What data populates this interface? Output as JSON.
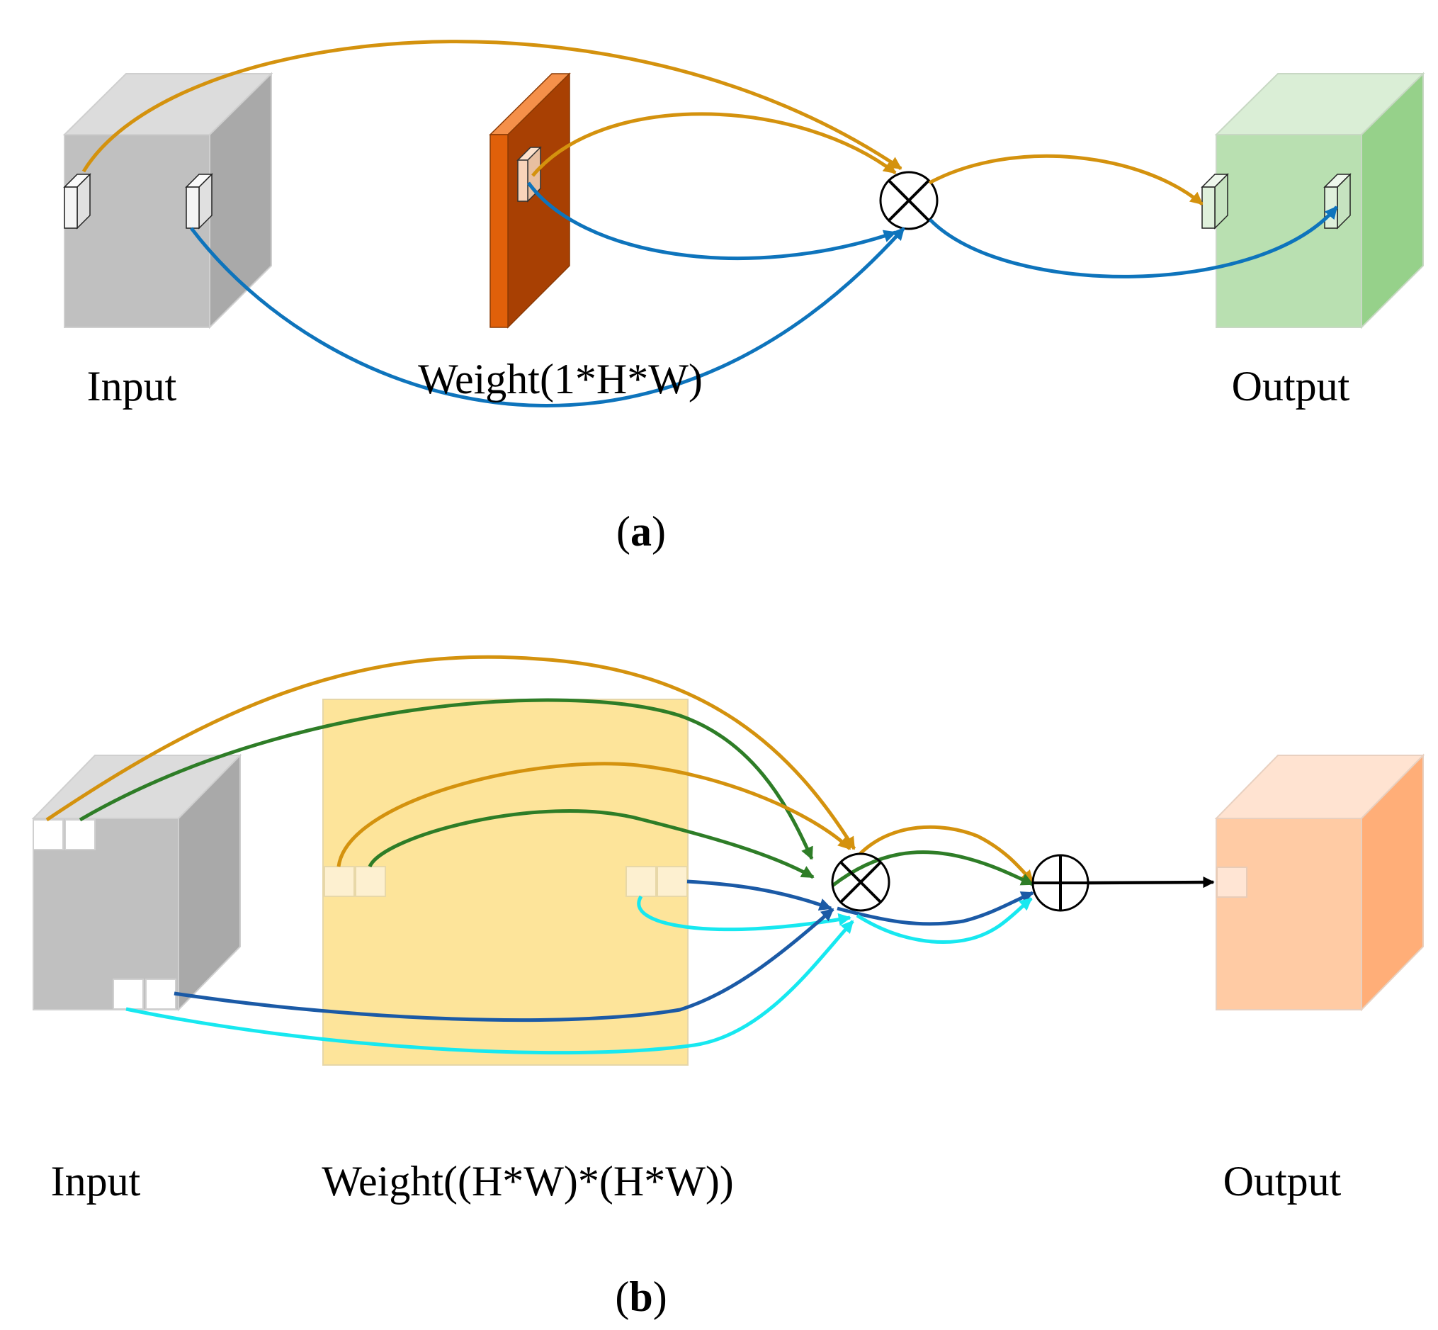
{
  "panel_a": {
    "input_label": "Input",
    "weight_label": "Weight(1*H*W)",
    "output_label": "Output",
    "caption_open": "(",
    "caption_letter": "a",
    "caption_close": ")"
  },
  "panel_b": {
    "input_label": "Input",
    "weight_label": "Weight((H*W)*(H*W))",
    "output_label": "Output",
    "caption_open": "(",
    "caption_letter": "b",
    "caption_close": ")"
  },
  "operators": {
    "multiply_a": "multiply",
    "multiply_b": "multiply",
    "add_b": "add"
  },
  "colors": {
    "gold": "#D4920E",
    "blue": "#0E74BC",
    "green": "#2E7D27",
    "dark_blue": "#1B5AA6",
    "cyan": "#17E8F0",
    "black": "#000000",
    "input_cube": "#C0C0C0",
    "weight_a_panel": "#E0600A",
    "weight_b_panel": "#FDE49A",
    "output_cube_a": "#B9E0B1",
    "output_cube_b": "#FFCBA4"
  }
}
